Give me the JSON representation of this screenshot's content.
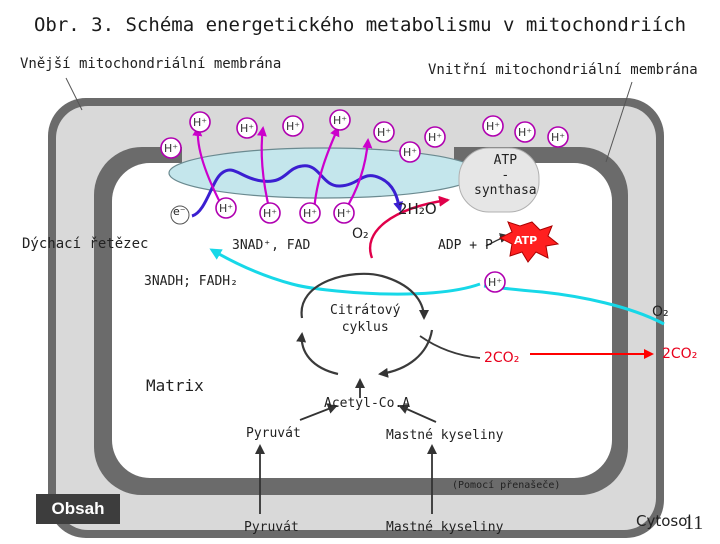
{
  "title": "Obr. 3. Schéma energetického metabolismu v mitochondriích",
  "labels": {
    "outer_membrane": "Vnější mitochondriální membrána",
    "inner_membrane": "Vnitřní mitochondriální membrána",
    "respiratory_chain": "Dýchací řetězec",
    "electron": "e⁻",
    "proton": "H⁺",
    "atp_synthase": "ATP\n-\nsynthasa",
    "water": "2H₂O",
    "o2_inner": "O₂",
    "nad": "3NAD⁺, FAD",
    "adp": "ADP + P",
    "atp": "ATP",
    "nadh": "3NADH; FADH₂",
    "citrate_cycle": "Citrátový\ncyklus",
    "o2_outer": "O₂",
    "co2_inner": "2CO₂",
    "co2_outer": "2CO₂",
    "matrix": "Matrix",
    "acetyl": "Acetyl-Co.A",
    "pyruvate_in": "Pyruvát",
    "fatty_in": "Mastné kyseliny",
    "carrier": "(Pomocí přenašeče)",
    "pyruvate_out": "Pyruvát",
    "fatty_out": "Mastné kyseliny",
    "cytosol": "Cytosol",
    "button_obsah": "Obsah",
    "page_number": "11"
  },
  "colors": {
    "membrane_outer": "#6b6b6b",
    "membrane_space": "#d9d9d9",
    "matrix": "#ffffff",
    "complex_fill": "#c4e6ec",
    "proton_stroke": "#b000b0",
    "proton_arrow": "#cc00cc",
    "electron_path": "#3b1fd1",
    "o2_arrow": "#e0004a",
    "cyan_arrow": "#17d8e8",
    "co2_arrow": "#ff0000",
    "atp_star": "#ff0000"
  }
}
